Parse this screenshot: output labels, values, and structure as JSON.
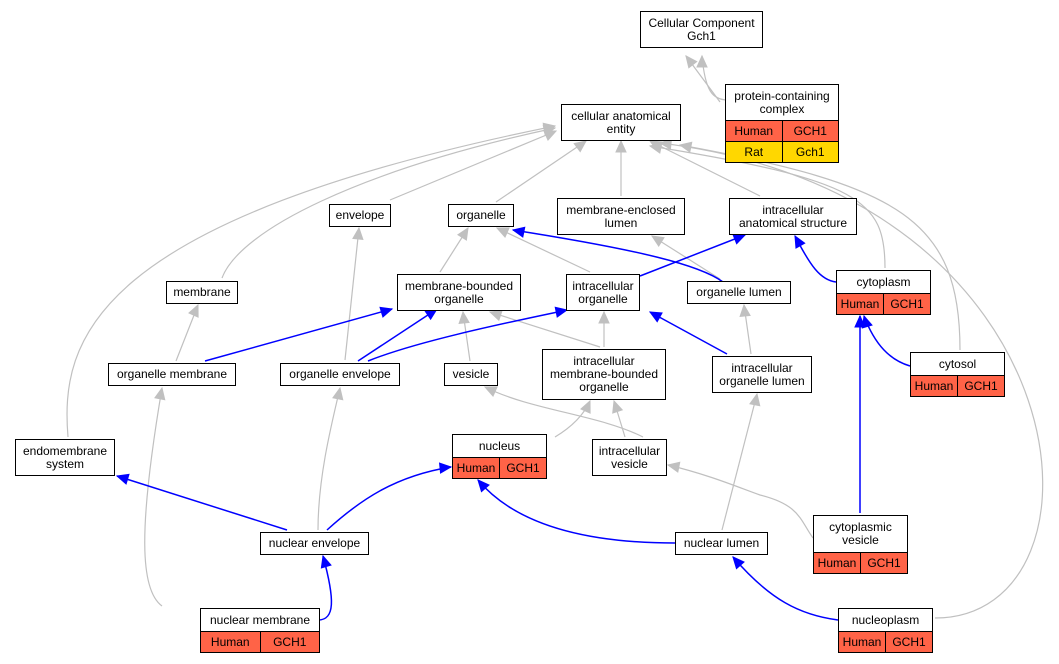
{
  "nodes": {
    "cellular_component": {
      "label": "Cellular Component\nGch1"
    },
    "protein_containing_complex": {
      "label": "protein-containing\ncomplex",
      "rows": [
        {
          "species": "Human",
          "gene": "GCH1",
          "color": "#ff6347"
        },
        {
          "species": "Rat",
          "gene": "Gch1",
          "color": "#ffd700"
        }
      ]
    },
    "cellular_anatomical_entity": {
      "label": "cellular anatomical\nentity"
    },
    "envelope": {
      "label": "envelope"
    },
    "organelle": {
      "label": "organelle"
    },
    "membrane_enclosed_lumen": {
      "label": "membrane-enclosed\nlumen"
    },
    "intracellular_anatomical_structure": {
      "label": "intracellular\nanatomical structure"
    },
    "membrane": {
      "label": "membrane"
    },
    "membrane_bounded_organelle": {
      "label": "membrane-bounded\norganelle"
    },
    "intracellular_organelle": {
      "label": "intracellular\norganelle"
    },
    "organelle_lumen": {
      "label": "organelle lumen"
    },
    "cytoplasm": {
      "label": "cytoplasm",
      "rows": [
        {
          "species": "Human",
          "gene": "GCH1",
          "color": "#ff6347"
        }
      ]
    },
    "organelle_membrane": {
      "label": "organelle membrane"
    },
    "organelle_envelope": {
      "label": "organelle envelope"
    },
    "vesicle": {
      "label": "vesicle"
    },
    "intracellular_membrane_bounded_organelle": {
      "label": "intracellular\nmembrane-bounded\norganelle"
    },
    "intracellular_organelle_lumen": {
      "label": "intracellular\norganelle lumen"
    },
    "cytosol": {
      "label": "cytosol",
      "rows": [
        {
          "species": "Human",
          "gene": "GCH1",
          "color": "#ff6347"
        }
      ]
    },
    "endomembrane_system": {
      "label": "endomembrane\nsystem"
    },
    "nucleus": {
      "label": "nucleus",
      "rows": [
        {
          "species": "Human",
          "gene": "GCH1",
          "color": "#ff6347"
        }
      ]
    },
    "intracellular_vesicle": {
      "label": "intracellular\nvesicle"
    },
    "nuclear_envelope": {
      "label": "nuclear envelope"
    },
    "nuclear_lumen": {
      "label": "nuclear lumen"
    },
    "cytoplasmic_vesicle": {
      "label": "cytoplasmic\nvesicle",
      "rows": [
        {
          "species": "Human",
          "gene": "GCH1",
          "color": "#ff6347"
        }
      ]
    },
    "nuclear_membrane": {
      "label": "nuclear membrane",
      "rows": [
        {
          "species": "Human",
          "gene": "GCH1",
          "color": "#ff6347"
        }
      ]
    },
    "nucleoplasm": {
      "label": "nucleoplasm",
      "rows": [
        {
          "species": "Human",
          "gene": "GCH1",
          "color": "#ff6347"
        }
      ]
    }
  },
  "edge_colors": {
    "is_a": "#c0c0c0",
    "part_of": "#0000ff"
  }
}
